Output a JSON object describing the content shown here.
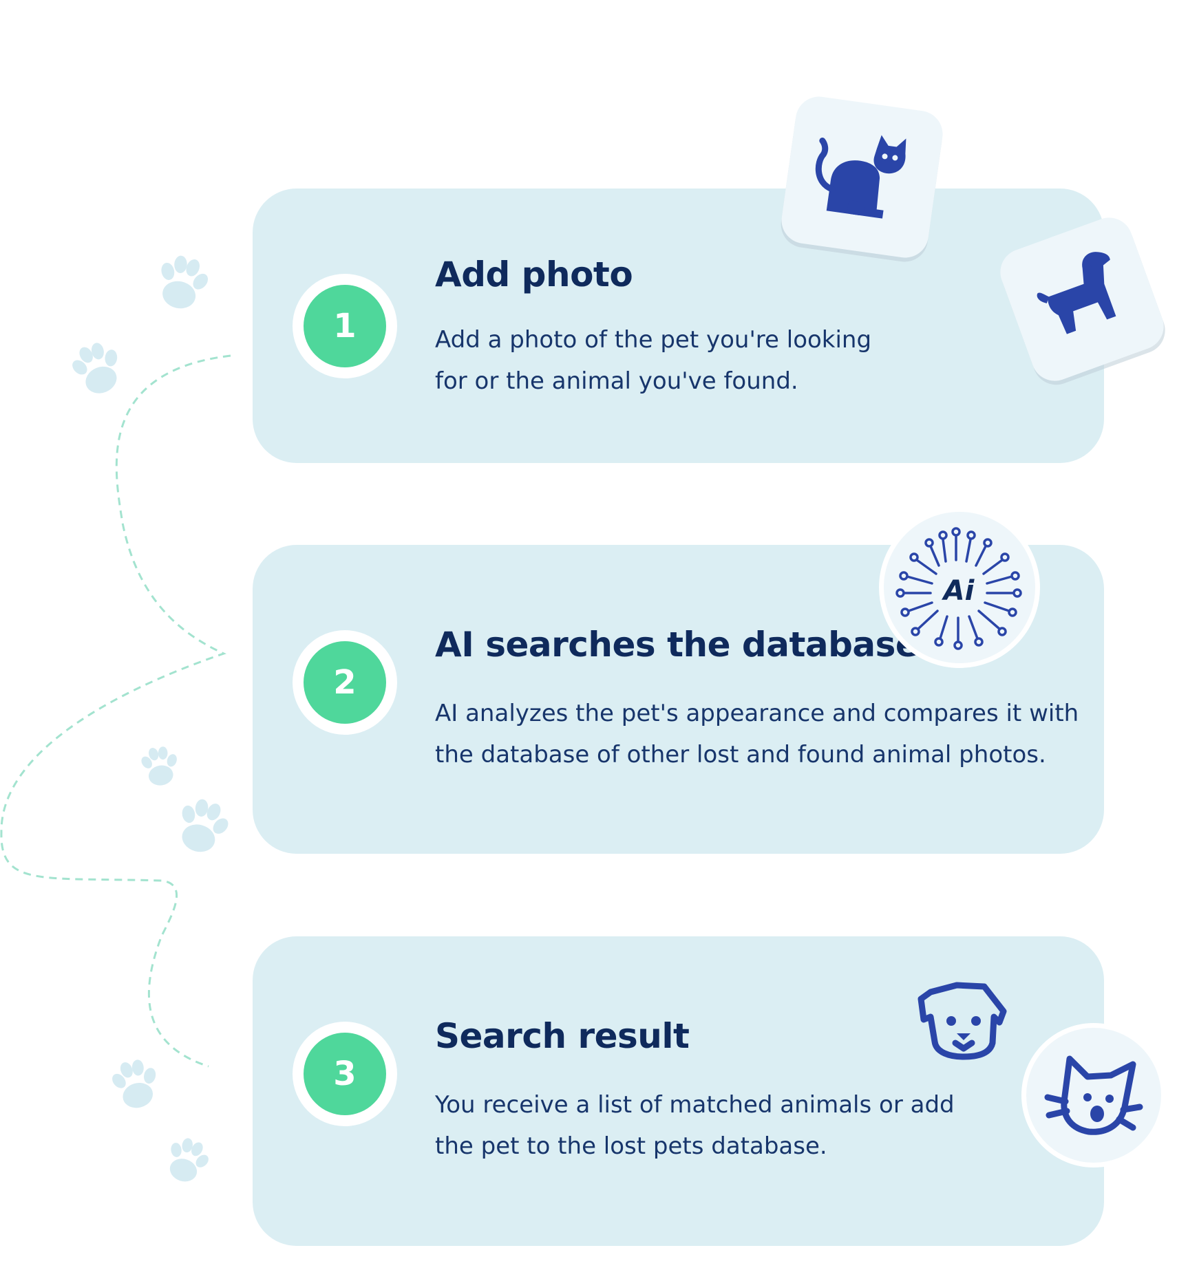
{
  "colors": {
    "card_bg": "#dbeef3",
    "step_green": "#4fd79b",
    "title_navy": "#0f2a5c",
    "text_navy": "#17356b",
    "icon_blue": "#2a45a8",
    "paw": "#d6ebf2",
    "dashed_path": "#a3e3cf"
  },
  "steps": [
    {
      "number": "1",
      "title": "Add photo",
      "lines": [
        "Add a photo of the pet you're looking",
        "for or the animal you've found."
      ],
      "icons": [
        "cat-silhouette-icon",
        "dog-silhouette-icon"
      ]
    },
    {
      "number": "2",
      "title": "AI searches the database",
      "lines": [
        "AI analyzes the pet's appearance and compares it with",
        "the database of other lost and found animal photos."
      ],
      "icons": [
        "ai-circuit-icon"
      ],
      "ai_badge_text": "Ai"
    },
    {
      "number": "3",
      "title": "Search result",
      "lines": [
        "You receive a list of matched animals or add",
        "the pet to the lost pets database."
      ],
      "icons": [
        "dog-face-icon",
        "cat-face-icon"
      ]
    }
  ]
}
